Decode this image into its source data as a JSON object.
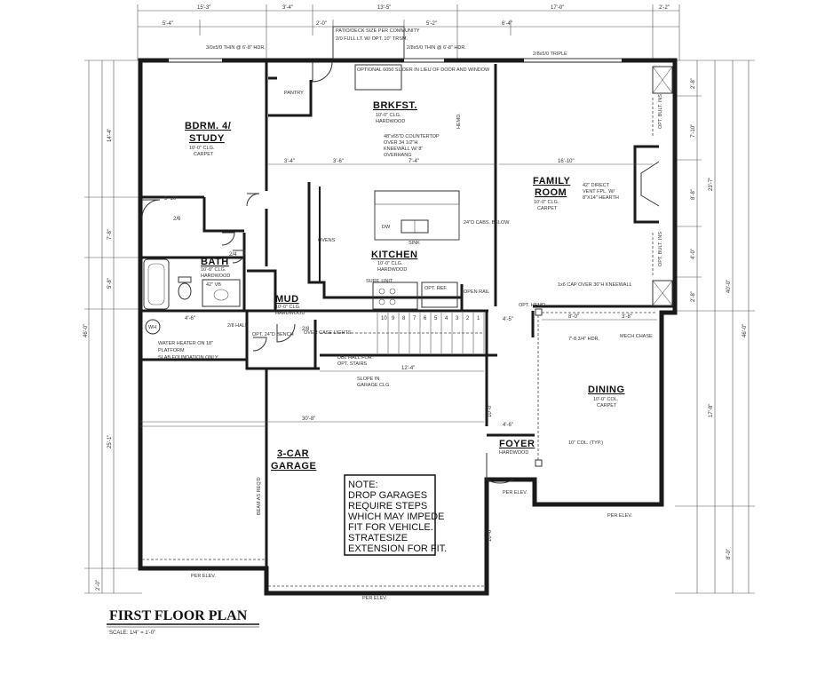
{
  "rooms": {
    "bedroom": {
      "name_line1": "BDRM. 4/",
      "name_line2": "STUDY",
      "ceiling": "10'-0\" CLG.",
      "floor": "CARPET"
    },
    "breakfast": {
      "name": "BRKFST.",
      "ceiling": "10'-0\" CLG.",
      "floor": "HARDWOOD"
    },
    "family": {
      "name_line1": "FAMILY",
      "name_line2": "ROOM",
      "ceiling": "10'-0\" CLG.",
      "floor": "CARPET"
    },
    "kitchen": {
      "name": "KITCHEN",
      "ceiling": "10'-0\" CLG.",
      "floor": "HARDWOOD"
    },
    "bath": {
      "name": "BATH",
      "ceiling": "10'-0\" CLG.",
      "floor": "HARDWOOD"
    },
    "mud": {
      "name": "MUD",
      "ceiling": "10'-0\" CLG.",
      "floor": "HARDWOOD"
    },
    "garage": {
      "name_line1": "3-CAR",
      "name_line2": "GARAGE"
    },
    "dining": {
      "name": "DINING",
      "ceiling": "10'-0\" COL.",
      "floor": "CARPET"
    },
    "foyer": {
      "name": "FOYER",
      "floor": "HARDWOOD"
    },
    "pantry": {
      "name": "PANTRY"
    }
  },
  "labels": {
    "patio": "PATIO/DECK SIZE PER COMMUNITY",
    "door_20": "2/0 FULL LT. W/ OPT. 10\" TRSM.",
    "window_left": "3/0x5/0 THIN @ 6'-8\" HDR.",
    "window_mid": "2/8x5/0 THIN @ 6'-8\" HDR.",
    "window_triple": "2/8x5/0 TRIPLE",
    "slider": "OPTIONAL 6050 SLIDER IN LIEU OF DOOR AND WINDOW",
    "countertop_1": "48\"x65\"D COUNTERTOP",
    "countertop_2": "OVER 34 1/2\"H",
    "countertop_3": "KNEEWALL W/ 8\"",
    "countertop_4": "OVERHANG",
    "fireplace_1": "42\" DIRECT",
    "fireplace_2": "VENT FPL. W/",
    "fireplace_3": "8\"X14\" HEARTH",
    "dw": "DW",
    "sink": "SINK",
    "cabs": "24\"D CABS. BELOW",
    "ovens": "OVENS",
    "surf_unit": "SURF. UNIT",
    "opt_ref": "OPT. REF.",
    "open_rail": "OPEN RAIL",
    "cap_over": "1x6 CAP OVER 36\"H KNEEWALL",
    "water_heater_1": "WATER HEATER ON 18\"",
    "water_heater_2": "PLATFORM",
    "water_heater_3": "SLAB FOUNDATION ONLY",
    "wh": "WH",
    "vb": "42\" VB",
    "hall": "2/8 HALL",
    "dbl_hall": "DBL HALL FOR",
    "dbl_hall_2": "OPT. STAIRS",
    "slope": "SLOPE IN",
    "slope_2": "GARAGE CLG.",
    "mech_chase": "MECH CHASE",
    "col": "10\" COL. (TYP.)",
    "hdr": "7'-8 3/4\" HDR.",
    "opt_bult_left": "OPT. BULT. INS.",
    "opt_bult_right": "OPT. BULT. INS",
    "hemd": "HEMD.",
    "opt_hemd": "OPT. HEMD.",
    "opt_bench": "OPT. 24\"D BENCH",
    "per_elev_1": "PER ELEV.",
    "per_elev_2": "PER ELEV.",
    "per_elev_3": "PER ELEV.",
    "per_elev_4": "PER ELEV.",
    "beam": "BEAM AS REQ'D",
    "ovr_lights": "OVER CASE LIGHTS"
  },
  "note": {
    "line1": "NOTE:",
    "line2": "DROP GARAGES",
    "line3": "REQUIRE STEPS",
    "line4": "WHICH MAY IMPEDE",
    "line5": "FIT FOR VEHICLE.",
    "line6": "STRATESIZE",
    "line7": "EXTENSION FOR FIT."
  },
  "title": {
    "text": "FIRST FLOOR PLAN",
    "scale": "SCALE: 1/4\" = 1'-0\""
  },
  "dims": {
    "top_overall_left": "15'-3\"",
    "top_mid": "3'-4\"",
    "top_center": "13'-5\"",
    "top_right": "17'-0\"",
    "top_far_right": "2'-2\"",
    "top_r2_a": "5'-4\"",
    "top_r2_b": "2'-0\"",
    "top_r2_c": "5'-2\"",
    "top_r2_d": "6'-4\"",
    "left_top": "14'-4\"",
    "left_mid_a": "7'-8\"",
    "left_mid_b": "5'-8\"",
    "left_overall": "46'-0\"",
    "left_garage": "25'-1\"",
    "left_bottom": "2'-0\"",
    "right_a": "2'-8\"",
    "right_b": "7'-10\"",
    "right_c": "8'-8\"",
    "right_d": "4'-0\"",
    "right_e": "2'-8\"",
    "right_total_1": "23'-7\"",
    "right_total_2": "40'-0\"",
    "right_total_3": "46'-0\"",
    "right_dining": "17'-8\"",
    "right_low": "8'-0\"",
    "garage_width": "30'-8\"",
    "hall_dim": "12'-4\"",
    "fam_width": "16'-10\"",
    "kit_a": "3'-4\"",
    "kit_b": "3'-6\"",
    "kit_c": "7'-4\"",
    "dining_a": "8'-0\"",
    "dining_b": "3'-8\"",
    "dining_c": "4'-5\"",
    "foyer_a": "10'-0\"",
    "foyer_b": "4'-6\"",
    "bath_a": "4'-6\"",
    "bath_b": "5'-10\"",
    "garage_v1": "10'-0\"",
    "door_26": "2/6",
    "door_24": "2/4",
    "door_28": "2/8",
    "stair_nums": [
      "1",
      "2",
      "3",
      "4",
      "5",
      "6",
      "7",
      "8",
      "9",
      "10"
    ]
  }
}
